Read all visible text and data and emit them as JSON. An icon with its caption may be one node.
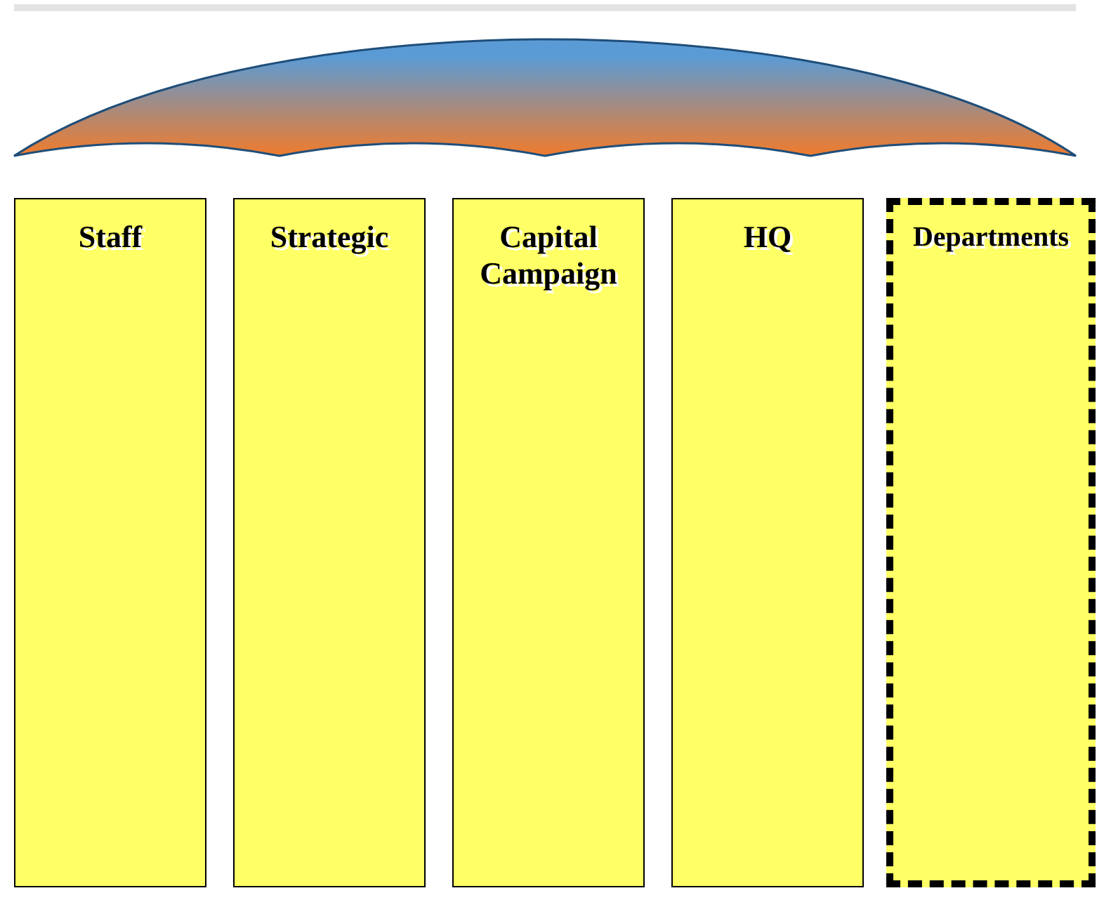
{
  "diagram": {
    "nodes": [
      {
        "text": [],
        "shape": "arch"
      },
      {
        "text": [
          "Staff"
        ]
      },
      {
        "text": [
          "Strategic"
        ]
      },
      {
        "text": [
          "Capital Campaign"
        ]
      },
      {
        "text": [
          "HQ"
        ]
      },
      {
        "text": [
          "Departments"
        ]
      }
    ]
  }
}
